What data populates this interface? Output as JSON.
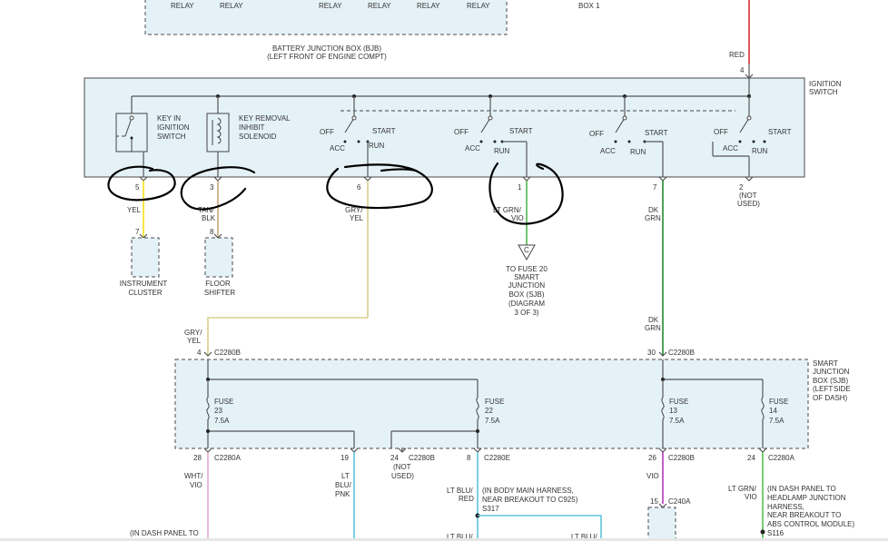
{
  "top": {
    "relays": [
      "RELAY",
      "RELAY",
      "RELAY",
      "RELAY",
      "RELAY",
      "RELAY"
    ],
    "box1": "BOX 1",
    "bjb_line1": "BATTERY JUNCTION BOX (BJB)",
    "bjb_line2": "(LEFT FRONT OF ENGINE COMPT)"
  },
  "colors": {
    "red": "#d0312d",
    "yellow": "#f2e01c",
    "tan": "#c7a77b",
    "grayyel": "#d8cf8a",
    "ltgrnvio": "#4db84d",
    "dkgrn": "#1f8a2a",
    "wht_vio": "#e1a9d6",
    "ltblu_pnk": "#5cc5dc",
    "ltblu_red": "#5cc5dc",
    "vio": "#b23ab8",
    "ltgrn_vio2": "#55c055"
  },
  "ignition": {
    "title_line1": "IGNITION",
    "title_line2": "SWITCH",
    "red_label": "RED",
    "red_pin": "4",
    "key_in_1": "KEY IN",
    "key_in_2": "IGNITION",
    "key_in_3": "SWITCH",
    "key_rem_1": "KEY REMOVAL",
    "key_rem_2": "INHIBIT",
    "key_rem_3": "SOLENOID",
    "off": "OFF",
    "acc": "ACC",
    "start": "START",
    "run": "RUN"
  },
  "pins": {
    "p5": "5",
    "yel": "YEL",
    "p3": "3",
    "tan1": "TAN/",
    "tan2": "BLK",
    "p6": "6",
    "gry1": "GRY/",
    "gry2": "YEL",
    "p1": "1",
    "ltg1": "LT GRN/",
    "ltg2": "VIO",
    "p7": "7",
    "dk1": "DK",
    "dk2": "GRN",
    "p2": "2",
    "nu1": "(NOT",
    "nu2": "USED)"
  },
  "components": {
    "ic_pin": "7",
    "ic1": "INSTRUMENT",
    "ic2": "CLUSTER",
    "fs_pin": "8",
    "fs1": "FLOOR",
    "fs2": "SHIFTER",
    "c_letter": "C",
    "to_fuse": [
      "TO FUSE 20",
      "SMART",
      "JUNCTION",
      "BOX (SJB)",
      "(DIAGRAM",
      "3 OF 3)"
    ]
  },
  "sjb": {
    "gry1": "GRY/",
    "gry2": "YEL",
    "pin4": "4",
    "c2280b_l": "C2280B",
    "dk1": "DK",
    "dk2": "GRN",
    "pin30": "30",
    "c2280b_r": "C2280B",
    "title": [
      "SMART",
      "JUNCTION",
      "BOX (SJB)",
      "(LEFT",
      "SIDE",
      "OF DASH)"
    ],
    "fuses": [
      {
        "name": "FUSE",
        "num": "23",
        "amp": "7.5A"
      },
      {
        "name": "FUSE",
        "num": "22",
        "amp": "7.5A"
      },
      {
        "name": "FUSE",
        "num": "13",
        "amp": "7.5A"
      },
      {
        "name": "FUSE",
        "num": "14",
        "amp": "7.5A"
      }
    ]
  },
  "bottom": {
    "p28": "28",
    "c2280a_1": "C2280A",
    "whtvio1": "WHT/",
    "whtvio2": "VIO",
    "dash_panel": "(IN DASH PANEL TO",
    "p19": "19",
    "ltblu_a": "LT",
    "ltblu_b": "BLU/",
    "ltblu_c": "PNK",
    "p24": "24",
    "c2280b_3": "C2280B",
    "nu1": "(NOT",
    "nu2": "USED)",
    "p8": "8",
    "c2280e": "C2280E",
    "ltblured1": "LT BLU/",
    "ltblured2": "RED",
    "body1": "(IN BODY MAIN HARNESS,",
    "body2": "NEAR BREAKOUT TO C925)",
    "s317": "S317",
    "ltblu_bot": "LT BLU/",
    "ltblu_bot2": "LT BLU/",
    "p26": "26",
    "c2280b_4": "C2280B",
    "vio": "VIO",
    "p15": "15",
    "c240a": "C240A",
    "p24b": "24",
    "c2280a_2": "C2280A",
    "ltgv1": "LT GRN/",
    "ltgv2": "VIO",
    "dp": [
      "(IN DASH PANEL TO",
      "HEADLAMP JUNCTION",
      "HARNESS,",
      "NEAR BREAKOUT TO",
      "ABS CONTROL MODULE)",
      "S116"
    ]
  }
}
